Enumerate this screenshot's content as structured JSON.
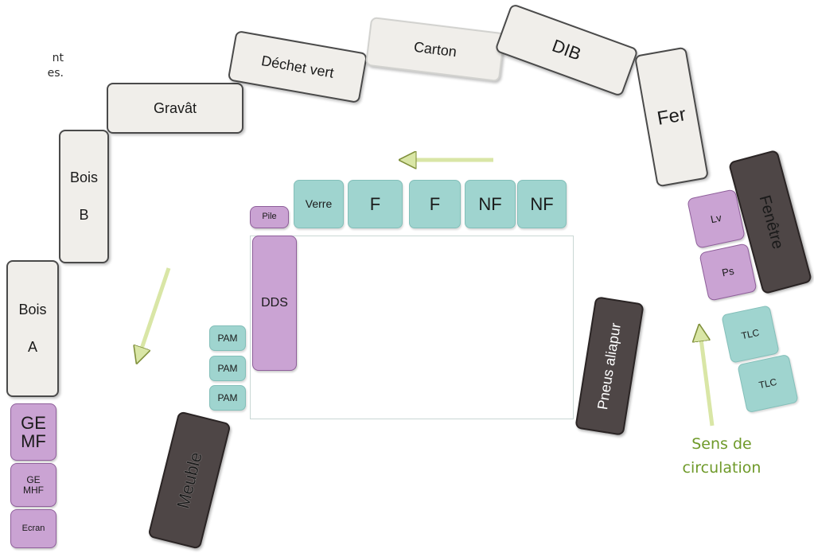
{
  "intro_fragment": {
    "line1": "nt",
    "line2": "es."
  },
  "bins_outer": {
    "bois_a": {
      "line1": "Bois",
      "line2": "A"
    },
    "bois_b": {
      "line1": "Bois",
      "line2": "B"
    },
    "gravat": "Gravât",
    "dechet_vert": "Déchet vert",
    "carton": "Carton",
    "dib": "DIB",
    "fer": "Fer"
  },
  "left_stack": {
    "ge_mf": {
      "line1": "GE",
      "line2": "MF"
    },
    "ge_mhf": {
      "line1": "GE",
      "line2": "MHF"
    },
    "ecran": "Ecran"
  },
  "center_top": {
    "pile": "Pile",
    "verre": "Verre",
    "f1": "F",
    "f2": "F",
    "nf1": "NF",
    "nf2": "NF"
  },
  "center_left": {
    "dds": "DDS",
    "pam1": "PAM",
    "pam2": "PAM",
    "pam3": "PAM"
  },
  "dark_bins": {
    "meuble": "Meuble",
    "pneus": "Pneus aliapur",
    "fenetre": "Fenêtre"
  },
  "right_cluster": {
    "lv": "Lv",
    "ps": "Ps",
    "tlc1": "TLC",
    "tlc2": "TLC"
  },
  "legend": {
    "line1": "Sens de",
    "line2": "circulation"
  },
  "colors": {
    "bin_fill": "#f0eeea",
    "teal": "#9fd4cf",
    "purple": "#caa3d3",
    "dark": "#4e4646",
    "arrow": "#d9e6a6",
    "legend_text": "#6f9a2a"
  }
}
